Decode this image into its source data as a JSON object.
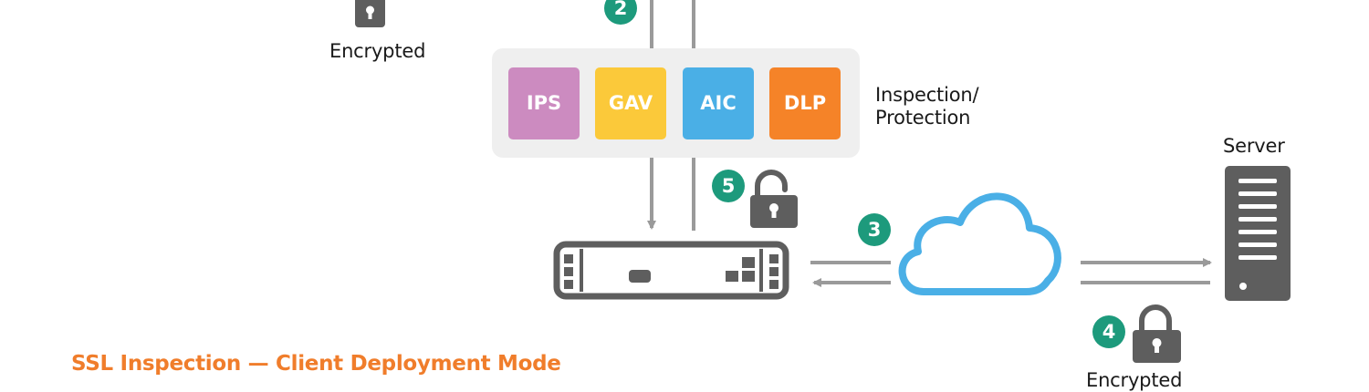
{
  "title": "SSL Inspection — Client Deployment Mode",
  "labels": {
    "encrypted_top": "Encrypted",
    "encrypted_bottom": "Encrypted",
    "inspection_line1": "Inspection/",
    "inspection_line2": "Protection",
    "server": "Server"
  },
  "steps": {
    "step2": "2",
    "step3": "3",
    "step4": "4",
    "step5": "5"
  },
  "modules": [
    {
      "label": "IPS",
      "color": "#cc8bc0"
    },
    {
      "label": "GAV",
      "color": "#fbc93a"
    },
    {
      "label": "AIC",
      "color": "#4aafe6"
    },
    {
      "label": "DLP",
      "color": "#f58328"
    }
  ],
  "icons": {
    "lock_closed": "lock-icon",
    "lock_open": "unlock-icon",
    "firewall": "firewall-appliance-icon",
    "cloud": "cloud-icon",
    "server": "server-icon"
  },
  "colors": {
    "title": "#f07d2b",
    "badge": "#1d9a7c",
    "icon_gray": "#5e5e5e",
    "arrow_gray": "#9a9a9a",
    "cloud_blue": "#4aafe6",
    "panel_bg": "#efefef"
  }
}
